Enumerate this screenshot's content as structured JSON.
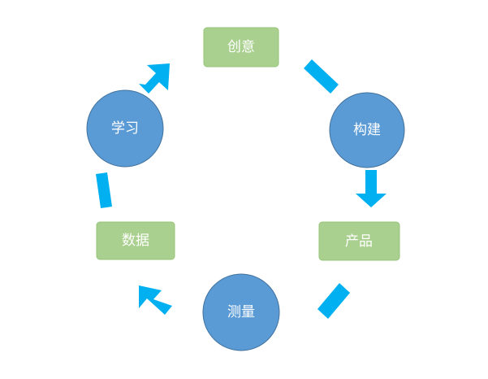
{
  "diagram": {
    "colors": {
      "box_fill": "#a9d08e",
      "box_stroke": "#97c47b",
      "circle_fill": "#5b9bd5",
      "circle_stroke": "#41719c",
      "arrow_fill": "#00b0f0",
      "label_color": "#ffffff"
    },
    "nodes": {
      "idea": "创意",
      "build": "构建",
      "product": "产品",
      "measure": "测量",
      "data": "数据",
      "learn": "学习"
    }
  }
}
